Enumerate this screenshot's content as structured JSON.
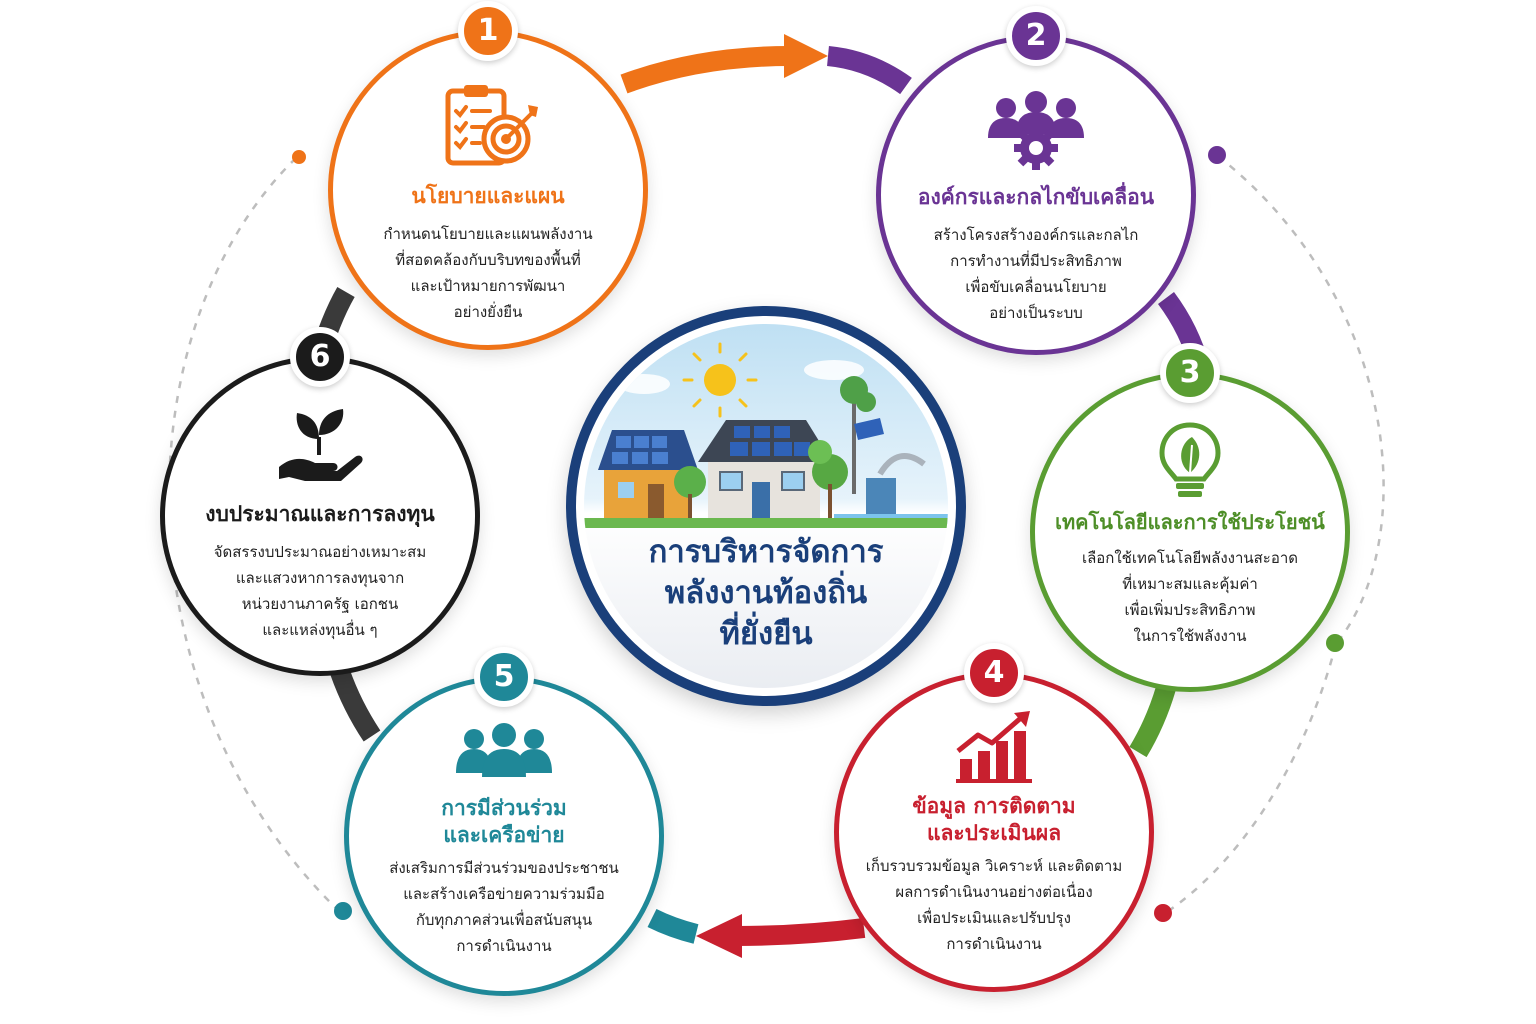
{
  "center": {
    "title_lines": [
      "การบริหารจัดการ",
      "พลังงานท้องถิ่น",
      "ที่ยั่งยืน"
    ]
  },
  "steps": [
    {
      "number": "1",
      "title_lines": [
        "นโยบายและแผน"
      ],
      "description_lines": [
        "กำหนดนโยบายและแผนพลังงาน",
        "ที่สอดคล้องกับบริบทของพื้นที่",
        "และเป้าหมายการพัฒนา",
        "อย่างยั่งยืน"
      ],
      "icon": "clipboard-target-icon",
      "color": "#ef7318"
    },
    {
      "number": "2",
      "title_lines": [
        "องค์กรและกลไกขับเคลื่อน"
      ],
      "description_lines": [
        "สร้างโครงสร้างองค์กรและกลไก",
        "การทำงานที่มีประสิทธิภาพ",
        "เพื่อขับเคลื่อนนโยบาย",
        "อย่างเป็นระบบ"
      ],
      "icon": "people-gear-icon",
      "color": "#6a3494"
    },
    {
      "number": "3",
      "title_lines": [
        "เทคโนโลยีและการใช้ประโยชน์"
      ],
      "description_lines": [
        "เลือกใช้เทคโนโลยีพลังงานสะอาด",
        "ที่เหมาะสมและคุ้มค่า",
        "เพื่อเพิ่มประสิทธิภาพ",
        "ในการใช้พลังงาน"
      ],
      "icon": "lightbulb-leaf-icon",
      "color": "#5a9d32"
    },
    {
      "number": "4",
      "title_lines": [
        "ข้อมูล การติดตาม",
        "และประเมินผล"
      ],
      "description_lines": [
        "เก็บรวบรวมข้อมูล วิเคราะห์ และติดตาม",
        "ผลการดำเนินงานอย่างต่อเนื่อง",
        "เพื่อประเมินและปรับปรุง",
        "การดำเนินงาน"
      ],
      "icon": "bar-chart-arrow-icon",
      "color": "#c8202f"
    },
    {
      "number": "5",
      "title_lines": [
        "การมีส่วนร่วม",
        "และเครือข่าย"
      ],
      "description_lines": [
        "ส่งเสริมการมีส่วนร่วมของประชาชน",
        "และสร้างเครือข่ายความร่วมมือ",
        "กับทุกภาคส่วนเพื่อสนับสนุน",
        "การดำเนินงาน"
      ],
      "icon": "people-group-icon",
      "color": "#1f8898"
    },
    {
      "number": "6",
      "title_lines": [
        "งบประมาณและการลงทุน"
      ],
      "description_lines": [
        "จัดสรรงบประมาณอย่างเหมาะสม",
        "และแสวงหาการลงทุนจาก",
        "หน่วยงานภาครัฐ เอกชน",
        "และแหล่งทุนอื่น ๆ"
      ],
      "icon": "hand-plant-icon",
      "color": "#1b1b1b"
    }
  ]
}
